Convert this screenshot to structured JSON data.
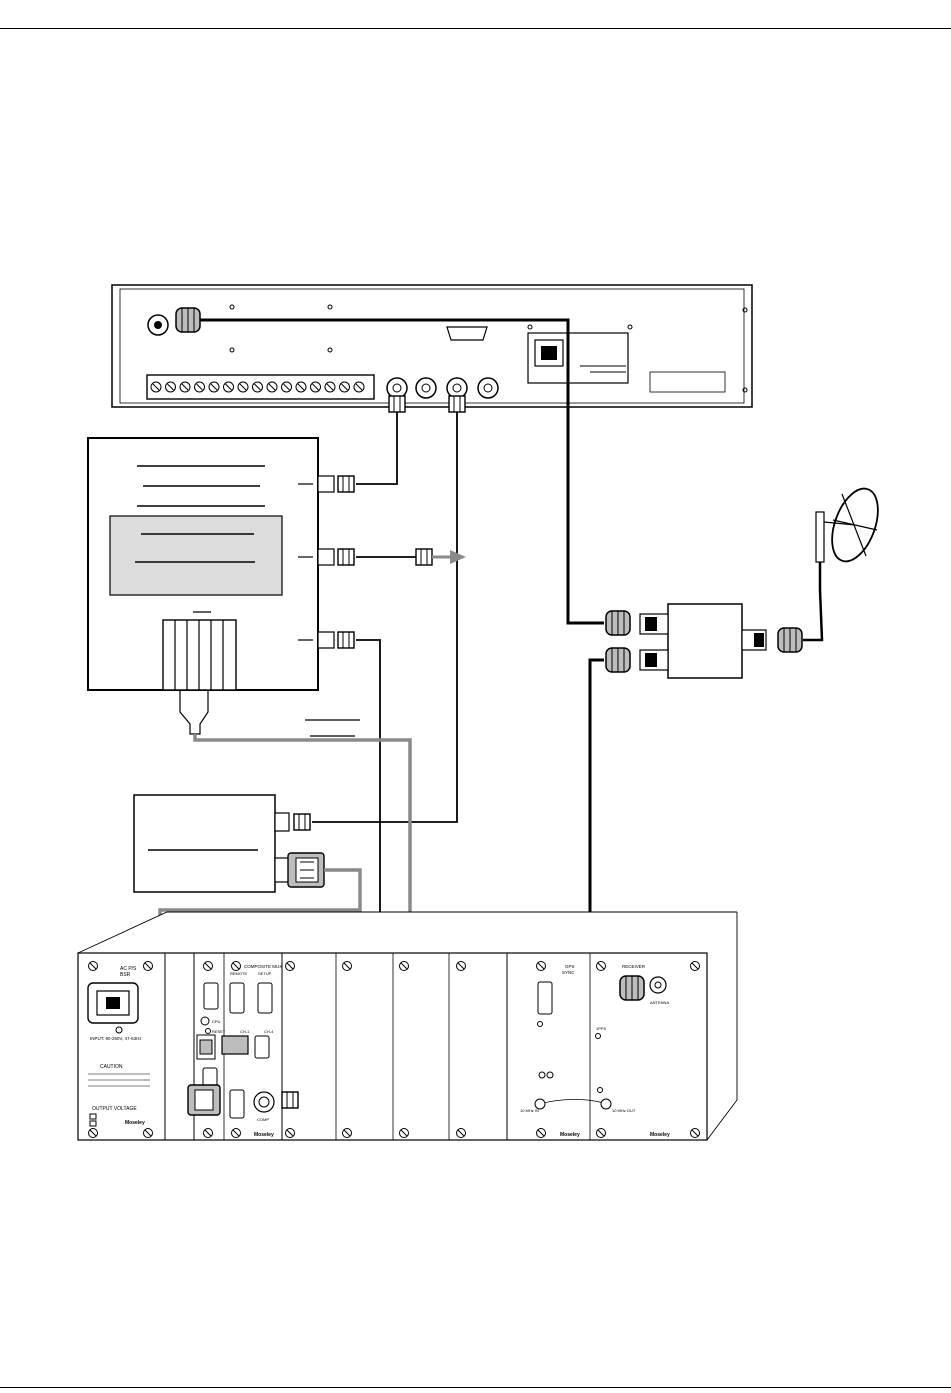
{
  "document": {
    "header_rule": true,
    "footer_rule": true
  },
  "diagram": {
    "printed_text": [],
    "panel_labels": {
      "left_module_top": "AC P/S",
      "left_module_sub": "BSR",
      "left_module_input": "INPUT: 90-260V, 47-63Hz",
      "left_module_caution": "CAUTION",
      "left_module_output": "OUTPUT VOLTAGE",
      "left_module_brand": "Moseley",
      "main_module_head": "COMPOSITE MUX",
      "main_module_a": "REMOTE",
      "main_module_b": "SETUP",
      "main_module_cpu": "CPU",
      "main_module_reset": "RESET",
      "main_module_ch1": "CH-1",
      "main_module_ch4": "CH-4",
      "main_module_comp": "COMP",
      "main_module_brand": "Moseley",
      "right_module_head": "RECEIVER",
      "right_module_antenna": "ANTENNA",
      "sync_module_head": "GPS",
      "sync_module_sub": "SYNC",
      "sync_module_1pps": "1PPS",
      "sync_module_10in": "10 MHz IN",
      "sync_module_10out": "10 MHz OUT",
      "sync_module_brand": "Moseley"
    },
    "colors": {
      "line": "#000000",
      "gray_cable": "#8a8a8a",
      "shaded_box": "#dcdcdc",
      "connector_fill": "#bdbdbd"
    }
  }
}
